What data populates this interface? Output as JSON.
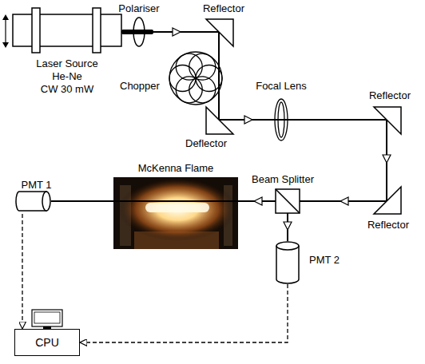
{
  "diagram": {
    "nodes": [
      {
        "text": [
          "PMT 1"
        ]
      },
      {
        "text": [
          "PMT 2"
        ]
      },
      {
        "text": [
          "CPU"
        ]
      }
    ],
    "edges": [
      {
        "from": 0,
        "to": 2,
        "arrow": "to"
      },
      {
        "from": 1,
        "to": 2,
        "arrow": "to"
      }
    ],
    "labels": [
      "Laser Source",
      "He-Ne",
      "CW 30 mW",
      "Polariser",
      "Reflector",
      "Chopper",
      "Deflector",
      "Focal Lens",
      "Reflector",
      "Reflector",
      "Beam Splitter",
      "McKenna Flame"
    ]
  }
}
